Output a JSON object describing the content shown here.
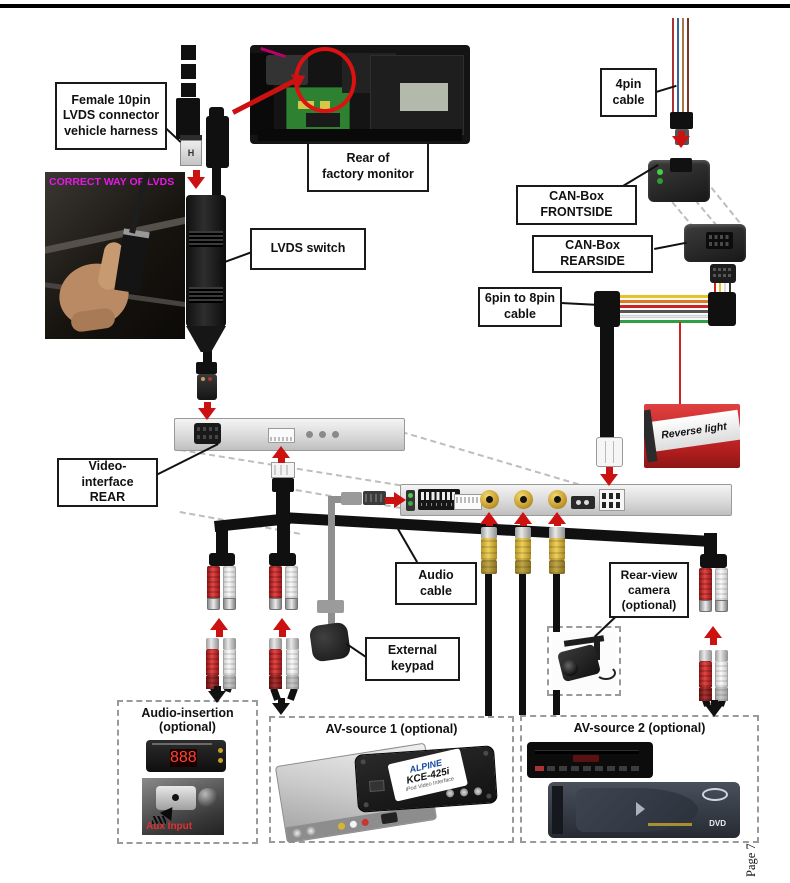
{
  "page": {
    "footer": "Page 7"
  },
  "diagram": {
    "labels": {
      "female_10pin": "Female 10pin\nLVDS connector\nvehicle harness",
      "rear_factory_monitor": "Rear of\nfactory monitor",
      "lvds_switch": "LVDS  switch",
      "correct_way": "CORRECT WAY OF LVDS",
      "four_pin_cable": "4pin\ncable",
      "canbox_frontside": "CAN-Box\nFRONTSIDE",
      "canbox_rearside": "CAN-Box\nREARSIDE",
      "six_to_eight_cable": "6pin to 8pin\ncable",
      "reverse_light": "Reverse light",
      "video_interface_rear": "Video-interface\nREAR",
      "audio_cable": "Audio\ncable",
      "external_keypad": "External\nkeypad",
      "rearview_camera": "Rear-view\ncamera\n(optional)",
      "audio_insertion": "Audio-insertion\n(optional)",
      "aux_input": "Aux Input",
      "av_source_1": "AV-source 1 (optional)",
      "av_source_2": "AV-source 2 (optional)"
    },
    "devices": {
      "h_connector_marker": "H",
      "alpine_logo": "ALPINE",
      "alpine_model": "KCE-425i",
      "alpine_sub": "iPod Video Interface",
      "audio_insertion_display": "888",
      "dvd_logo": "DVD"
    },
    "colors": {
      "arrow_red": "#cc1111",
      "magenta": "#e817e8",
      "cable_black": "#101010"
    }
  }
}
